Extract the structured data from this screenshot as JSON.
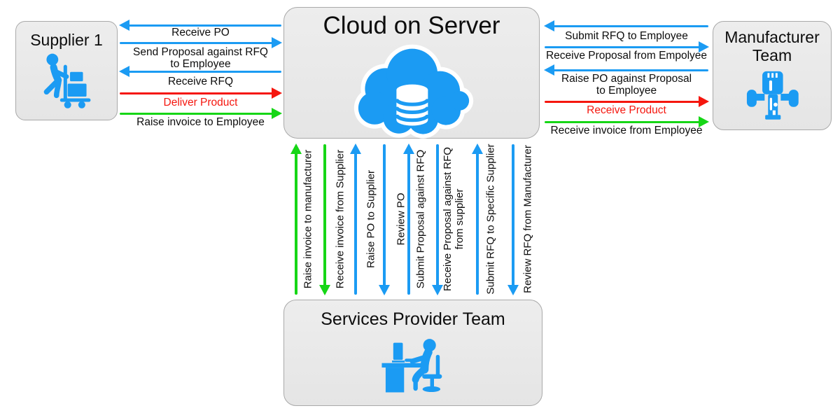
{
  "colors": {
    "flow_blue": "#1b9bf3",
    "flow_red": "#f5160e",
    "flow_green": "#16d616",
    "icon_blue": "#1b9bf3",
    "node_fill": "#eaeaea",
    "node_border": "#a9a9a9",
    "text": "#0d0d0d"
  },
  "nodes": {
    "supplier": {
      "title": "Supplier 1",
      "icon": "supplier-cart-icon"
    },
    "cloud": {
      "title": "Cloud on Server",
      "icon": "cloud-database-icon"
    },
    "manufacturer": {
      "title": "Manufacturer Team",
      "icon": "milling-router-icon"
    },
    "services": {
      "title": "Services Provider Team",
      "icon": "person-at-desk-icon"
    }
  },
  "supplier_cloud_flows": [
    {
      "label": "Receive PO",
      "color": "blue",
      "direction": "left"
    },
    {
      "label": "Send Proposal against RFQ\nto Employee",
      "color": "blue",
      "direction": "right"
    },
    {
      "label": "Receive RFQ",
      "color": "blue",
      "direction": "left"
    },
    {
      "label": "Deliver Product",
      "color": "red",
      "direction": "right"
    },
    {
      "label": "Raise invoice to Employee",
      "color": "green",
      "direction": "right"
    }
  ],
  "cloud_manufacturer_flows": [
    {
      "label": "Submit RFQ to Employee",
      "color": "blue",
      "direction": "left"
    },
    {
      "label": "Receive Proposal from Empolyee",
      "color": "blue",
      "direction": "right"
    },
    {
      "label": "Raise PO against Proposal\nto Employee",
      "color": "blue",
      "direction": "left"
    },
    {
      "label": "Receive Product",
      "color": "red",
      "direction": "right"
    },
    {
      "label": "Receive invoice from Employee",
      "color": "green",
      "direction": "right"
    }
  ],
  "cloud_services_flows": [
    {
      "label": "Raise invoice to manufacturer",
      "color": "green",
      "direction": "up"
    },
    {
      "label": "Receive invoice from Supplier",
      "color": "green",
      "direction": "down"
    },
    {
      "label": "Raise PO to Supplier",
      "color": "blue",
      "direction": "up"
    },
    {
      "label": "Review PO",
      "color": "blue",
      "direction": "down"
    },
    {
      "label": "Submit Proposal against RFQ",
      "color": "blue",
      "direction": "up"
    },
    {
      "label": "Receive Proposal against RFQ\nfrom supplier",
      "color": "blue",
      "direction": "down"
    },
    {
      "label": "Submit RFQ to Specific Supplier",
      "color": "blue",
      "direction": "up"
    },
    {
      "label": "Review RFQ from Manufacturer",
      "color": "blue",
      "direction": "down"
    }
  ]
}
